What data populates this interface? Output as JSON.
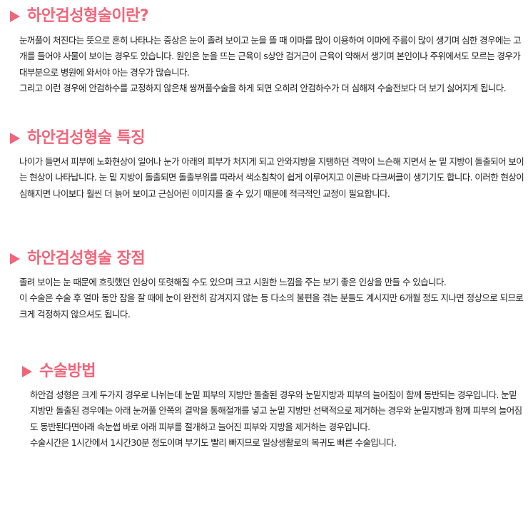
{
  "sections": [
    {
      "title": "하안검성형술이란?",
      "paragraphs": [
        "눈꺼풀이 처진다는 뜻으로 흔히 나타나는 증상은 눈이 졸려 보이고 눈을 뜰 때 이마를 많이 이용하여 이마에 주름이 많이 생기며 심한 경우에는 고개를 들어야 사물이 보이는 경우도 있습니다. 원인은 눈을 뜨는 근육이 s상안 검거근이 근육이 약해서 생기며 본인이나 주위에서도 모르는 경우가 대부분으로 병원에 와서야 아는 경우가 많습니다.",
        "그리고 이런 경우에 안검하수를 교정하지 않은채 쌍꺼풀수술을 하게 되면 오히려 안검하수가 더 심해져 수술전보다 더 보기 싫어지게 됩니다."
      ]
    },
    {
      "title": "하안검성형술 특징",
      "paragraphs": [
        "나이가 들면서 피부에 노화현상이 일어나 눈가 아래의 피부가 처지게 되고 안와지방을 지탱하던 격막이 느슨해 지면서 눈 밑 지방이 돌출되어 보이는 현상이 나타납니다. 눈 밑 지방이 돌출되면 돌출부위를 따라서 색소침착이 쉽게 이루어지고 이른바 다크써클이 생기기도 합니다. 이러한 현상이 심해지면 나이보다 훨씬 더 늙어 보이고 근심어린 이미지를 줄 수 있기 때문에 적극적인 교정이 필요합니다."
      ]
    },
    {
      "title": "하안검성형술 장점",
      "paragraphs": [
        "졸려 보이는 눈 때문에 흐릿했던 인상이 또렷해질 수도 있으며 크고 시원한 느낌을 주는 보기 좋은 인상을 만들 수 있습니다.",
        "이 수술은 수술 후 얼마 동안 잠을 잘 때에 눈이 완전히 감겨지지 않는 등 다소의 불편을 겪는 분들도 계시지만 6개월 정도 지나면 정상으로 되므로 크게 걱정하지 않으셔도 됩니다."
      ]
    },
    {
      "title": "수술방법",
      "paragraphs": [
        "하안검 성형은 크게 두가지 경우로 나뉘는데 눈밑 피부의 지방만 돌출된 경우와 눈밑지방과 피부의 늘어짐이 함께 동반되는 경우입니다. 눈밑 지방만 돌출된 경우에는 아래 눈꺼풀 안쪽의 결막을 통해절개를 넣고 눈밑 지방만 선택적으로 제거하는 경우와 눈밑지방과 함께 피부의 늘어짐도 동반된다면아래 속눈썹 바로 아래 피부를 절개하고 늘어진 피부와 지방을 제거하는 경우입니다.",
        "수술시간은 1시간에서 1시간30분 정도이며 부기도 빨리 빠지므로 일상생활로의 복귀도 빠른 수술입니다."
      ]
    }
  ],
  "colors": {
    "accent": "#f0657a",
    "text": "#222222"
  },
  "icons": {
    "bullet": "triangle-arrow-icon"
  }
}
